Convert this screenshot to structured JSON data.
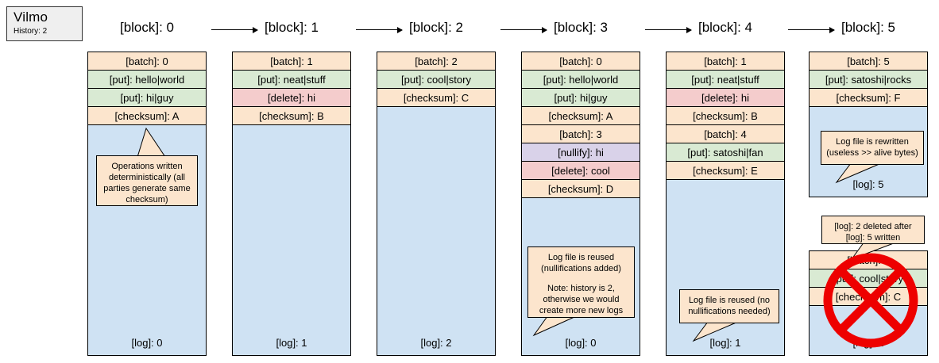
{
  "legend": {
    "title": "Vilmo",
    "subtitle": "History: 2"
  },
  "blocks": [
    {
      "header": "[block]: 0",
      "log_label": "[log]: 0",
      "rows": [
        {
          "kind": "batch",
          "text": "[batch]: 0"
        },
        {
          "kind": "put",
          "text": "[put]: hello|world"
        },
        {
          "kind": "put",
          "text": "[put]: hi|guy"
        },
        {
          "kind": "checksum",
          "text": "[checksum]: A"
        }
      ]
    },
    {
      "header": "[block]: 1",
      "log_label": "[log]: 1",
      "rows": [
        {
          "kind": "batch",
          "text": "[batch]: 1"
        },
        {
          "kind": "put",
          "text": "[put]: neat|stuff"
        },
        {
          "kind": "delete",
          "text": "[delete]: hi"
        },
        {
          "kind": "checksum",
          "text": "[checksum]: B"
        }
      ]
    },
    {
      "header": "[block]: 2",
      "log_label": "[log]: 2",
      "rows": [
        {
          "kind": "batch",
          "text": "[batch]: 2"
        },
        {
          "kind": "put",
          "text": "[put]: cool|story"
        },
        {
          "kind": "checksum",
          "text": "[checksum]: C"
        }
      ]
    },
    {
      "header": "[block]: 3",
      "log_label": "[log]: 0",
      "rows": [
        {
          "kind": "batch",
          "text": "[batch]: 0"
        },
        {
          "kind": "put",
          "text": "[put]: hello|world"
        },
        {
          "kind": "put",
          "text": "[put]: hi|guy"
        },
        {
          "kind": "checksum",
          "text": "[checksum]: A"
        },
        {
          "kind": "batch",
          "text": "[batch]: 3"
        },
        {
          "kind": "nullify",
          "text": "[nullify]: hi"
        },
        {
          "kind": "delete",
          "text": "[delete]: cool"
        },
        {
          "kind": "checksum",
          "text": "[checksum]: D"
        }
      ]
    },
    {
      "header": "[block]: 4",
      "log_label": "[log]: 1",
      "rows": [
        {
          "kind": "batch",
          "text": "[batch]: 1"
        },
        {
          "kind": "put",
          "text": "[put]: neat|stuff"
        },
        {
          "kind": "delete",
          "text": "[delete]: hi"
        },
        {
          "kind": "checksum",
          "text": "[checksum]: B"
        },
        {
          "kind": "batch",
          "text": "[batch]: 4"
        },
        {
          "kind": "put",
          "text": "[put]: satoshi|fan"
        },
        {
          "kind": "checksum",
          "text": "[checksum]: E"
        }
      ]
    },
    {
      "header": "[block]: 5",
      "log_label": "[log]: 5",
      "rows": [
        {
          "kind": "batch",
          "text": "[batch]: 5"
        },
        {
          "kind": "put",
          "text": "[put]: satoshi|rocks"
        },
        {
          "kind": "checksum",
          "text": "[checksum]: F"
        }
      ]
    }
  ],
  "deleted_block": {
    "log_label": "[log]: 2",
    "rows": [
      {
        "kind": "batch",
        "text": "[batch]: 2"
      },
      {
        "kind": "put",
        "text": "[put]: cool|story"
      },
      {
        "kind": "checksum",
        "text": "[checksum]: C"
      }
    ]
  },
  "callouts": {
    "determinism": {
      "line1": "Operations written",
      "line2": "deterministically (all",
      "line3": "parties generate same",
      "line4": "checksum)"
    },
    "reuse_nullify": {
      "line1": "Log file is reused",
      "line2": "(nullifications added)",
      "line3": "Note: history is 2,",
      "line4": "otherwise we would",
      "line5": "create more new logs"
    },
    "reuse_plain": {
      "line1": "Log file is reused (no",
      "line2": "nullifications needed)"
    },
    "rewritten": {
      "line1": "Log file is rewritten",
      "line2": "(useless >> alive bytes)"
    },
    "deleted": {
      "line1": "[log]: 2 deleted after",
      "line2": "[log]: 5 written"
    }
  },
  "colors": {
    "batch": "#fce5cd",
    "put": "#d9ead3",
    "delete": "#f4cccc",
    "nullify": "#d9d2e9",
    "log_body": "#cfe2f3",
    "callout": "#fce5cd",
    "legend_bg": "#efefef",
    "crossout": "#ee0000"
  }
}
